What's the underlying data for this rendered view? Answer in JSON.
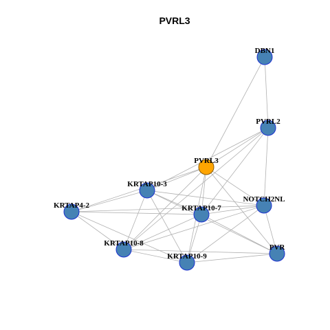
{
  "title": "PVRL3",
  "colors": {
    "node_fill": "#4682B4",
    "node_stroke": "#1a2fd0",
    "focus_fill": "#FFA500",
    "focus_stroke": "#8a5a00",
    "edge": "#b0b0b0"
  },
  "nodes": [
    {
      "id": "DBN1",
      "label": "DBN1"
    },
    {
      "id": "PVRL2",
      "label": "PVRL2"
    },
    {
      "id": "PVRL3",
      "label": "PVRL3",
      "focus": true
    },
    {
      "id": "KRTAP10-3",
      "label": "KRTAP10-3"
    },
    {
      "id": "NOTCH2NL",
      "label": "NOTCH2NL"
    },
    {
      "id": "KRTAP4-2",
      "label": "KRTAP4-2"
    },
    {
      "id": "KRTAP10-7",
      "label": "KRTAP10-7"
    },
    {
      "id": "KRTAP10-8",
      "label": "KRTAP10-8"
    },
    {
      "id": "PVR",
      "label": "PVR"
    },
    {
      "id": "KRTAP10-9",
      "label": "KRTAP10-9"
    }
  ],
  "edges": [
    [
      "DBN1",
      "PVRL3"
    ],
    [
      "DBN1",
      "PVRL2"
    ],
    [
      "PVRL2",
      "PVRL3"
    ],
    [
      "PVRL2",
      "KRTAP10-3"
    ],
    [
      "PVRL2",
      "NOTCH2NL"
    ],
    [
      "PVRL2",
      "KRTAP10-7"
    ],
    [
      "PVRL2",
      "KRTAP10-8"
    ],
    [
      "PVRL3",
      "KRTAP10-3"
    ],
    [
      "PVRL3",
      "KRTAP4-2"
    ],
    [
      "PVRL3",
      "NOTCH2NL"
    ],
    [
      "PVRL3",
      "KRTAP10-7"
    ],
    [
      "PVRL3",
      "KRTAP10-8"
    ],
    [
      "PVRL3",
      "KRTAP10-9"
    ],
    [
      "PVRL3",
      "PVR"
    ],
    [
      "KRTAP10-3",
      "KRTAP4-2"
    ],
    [
      "KRTAP10-3",
      "NOTCH2NL"
    ],
    [
      "KRTAP10-3",
      "KRTAP10-7"
    ],
    [
      "KRTAP10-3",
      "KRTAP10-8"
    ],
    [
      "KRTAP10-3",
      "KRTAP10-9"
    ],
    [
      "KRTAP10-3",
      "PVR"
    ],
    [
      "KRTAP4-2",
      "KRTAP10-7"
    ],
    [
      "KRTAP4-2",
      "NOTCH2NL"
    ],
    [
      "KRTAP4-2",
      "KRTAP10-8"
    ],
    [
      "KRTAP4-2",
      "KRTAP10-9"
    ],
    [
      "KRTAP10-7",
      "NOTCH2NL"
    ],
    [
      "KRTAP10-7",
      "KRTAP10-8"
    ],
    [
      "KRTAP10-7",
      "KRTAP10-9"
    ],
    [
      "KRTAP10-7",
      "PVR"
    ],
    [
      "NOTCH2NL",
      "KRTAP10-8"
    ],
    [
      "NOTCH2NL",
      "KRTAP10-9"
    ],
    [
      "NOTCH2NL",
      "PVR"
    ],
    [
      "KRTAP10-8",
      "KRTAP10-9"
    ],
    [
      "KRTAP10-8",
      "PVR"
    ],
    [
      "KRTAP10-9",
      "PVR"
    ]
  ]
}
